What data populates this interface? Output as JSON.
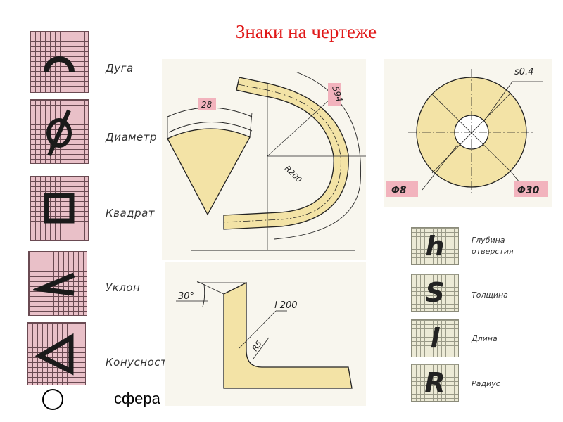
{
  "title": "Знаки на чертеже",
  "symbols": [
    {
      "label": "Дуга",
      "icon": "arc-icon"
    },
    {
      "label": "Диаметр",
      "icon": "diameter-icon"
    },
    {
      "label": "Квадрат",
      "icon": "square-icon"
    },
    {
      "label": "Уклон",
      "icon": "slope-icon"
    },
    {
      "label": "Конусность",
      "icon": "taper-icon"
    }
  ],
  "sphere": {
    "label": "сфера",
    "icon": "circle-icon"
  },
  "drawing_arc": {
    "arc_length": "28",
    "length_594": "594",
    "radius": "R200"
  },
  "drawing_disk": {
    "thickness": "s0.4",
    "inner_diameter": "Φ8",
    "outer_diameter": "Φ30"
  },
  "drawing_angle": {
    "angle": "30°",
    "length": "l 200",
    "radius": "R5"
  },
  "letter_symbols": [
    {
      "letter": "h",
      "label": "Глубина отверстия"
    },
    {
      "letter": "S",
      "label": "Толщина"
    },
    {
      "letter": "l",
      "label": "Длина"
    },
    {
      "letter": "R",
      "label": "Радиус"
    }
  ],
  "colors": {
    "title": "#e01818",
    "tile_pink": "#e9c0c8",
    "part_fill": "#f3e3a6",
    "dim_label_bg": "#f2b3bd"
  }
}
